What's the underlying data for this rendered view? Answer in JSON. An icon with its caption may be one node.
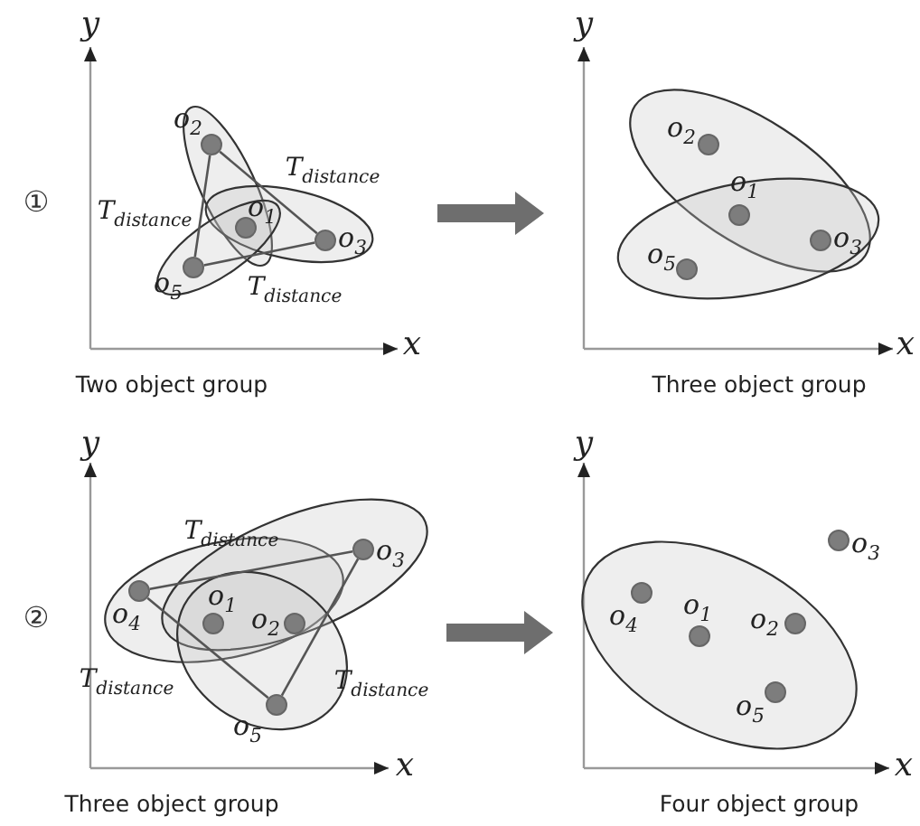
{
  "diagram": {
    "nodes": [
      {
        "text": [
          "Two object group"
        ]
      },
      {
        "text": [],
        "shape": "circle",
        "in": 0,
        "beside": [
          "o$_{2}$"
        ]
      },
      {
        "text": [],
        "shape": "circle",
        "in": 0,
        "beside": [
          "o$_{1}$"
        ]
      },
      {
        "text": [],
        "shape": "circle",
        "in": 0,
        "beside": [
          "o$_{3}$"
        ]
      },
      {
        "text": [],
        "shape": "circle",
        "in": 0,
        "beside": [
          "o$_{5}$"
        ]
      },
      {
        "text": [
          "Three object group"
        ]
      },
      {
        "text": [],
        "shape": "circle",
        "in": 5,
        "beside": [
          "o$_{2}$"
        ]
      },
      {
        "text": [],
        "shape": "circle",
        "in": 5,
        "beside": [
          "o$_{1}$"
        ]
      },
      {
        "text": [],
        "shape": "circle",
        "in": 5,
        "beside": [
          "o$_{3}$"
        ]
      },
      {
        "text": [],
        "shape": "circle",
        "in": 5,
        "beside": [
          "o$_{5}$"
        ]
      },
      {
        "text": [
          "Three object group"
        ]
      },
      {
        "text": [],
        "shape": "circle",
        "in": 10,
        "beside": [
          "o$_{4}$"
        ]
      },
      {
        "text": [],
        "shape": "circle",
        "in": 10,
        "beside": [
          "o$_{1}$"
        ]
      },
      {
        "text": [],
        "shape": "circle",
        "in": 10,
        "beside": [
          "o$_{2}$"
        ]
      },
      {
        "text": [],
        "shape": "circle",
        "in": 10,
        "beside": [
          "o$_{3}$"
        ]
      },
      {
        "text": [],
        "shape": "circle",
        "in": 10,
        "beside": [
          "o$_{5}$"
        ]
      },
      {
        "text": [
          "Four object group"
        ]
      },
      {
        "text": [],
        "shape": "circle",
        "in": 16,
        "beside": [
          "o$_{3}$"
        ]
      },
      {
        "text": [],
        "shape": "circle",
        "in": 16,
        "beside": [
          "o$_{4}$"
        ]
      },
      {
        "text": [],
        "shape": "circle",
        "in": 16,
        "beside": [
          "o$_{1}$"
        ]
      },
      {
        "text": [],
        "shape": "circle",
        "in": 16,
        "beside": [
          "o$_{2}$"
        ]
      },
      {
        "text": [],
        "shape": "circle",
        "in": 16,
        "beside": [
          "o$_{5}$"
        ]
      }
    ],
    "edges": [
      {
        "from": 1,
        "to": 4,
        "arrow": "none",
        "label": "T$_{distance}$"
      },
      {
        "from": 1,
        "to": 3,
        "arrow": "none",
        "label": "T$_{distance}$"
      },
      {
        "from": 4,
        "to": 3,
        "arrow": "none",
        "label": "T$_{distance}$"
      },
      {
        "from": 0,
        "to": 5,
        "arrow": "to",
        "style": "thick",
        "color": "#6e6e6e"
      },
      {
        "from": 11,
        "to": 14,
        "arrow": "none",
        "label": "T$_{distance}$"
      },
      {
        "from": 11,
        "to": 15,
        "arrow": "none",
        "label": "T$_{distance}$"
      },
      {
        "from": 14,
        "to": 15,
        "arrow": "none",
        "label": "T$_{distance}$"
      },
      {
        "from": 10,
        "to": 16,
        "arrow": "to",
        "style": "thick",
        "color": "#6e6e6e"
      }
    ],
    "labels": [
      "y",
      "y",
      "①",
      "x",
      "x",
      "y",
      "y",
      "②",
      "x",
      "x"
    ]
  }
}
